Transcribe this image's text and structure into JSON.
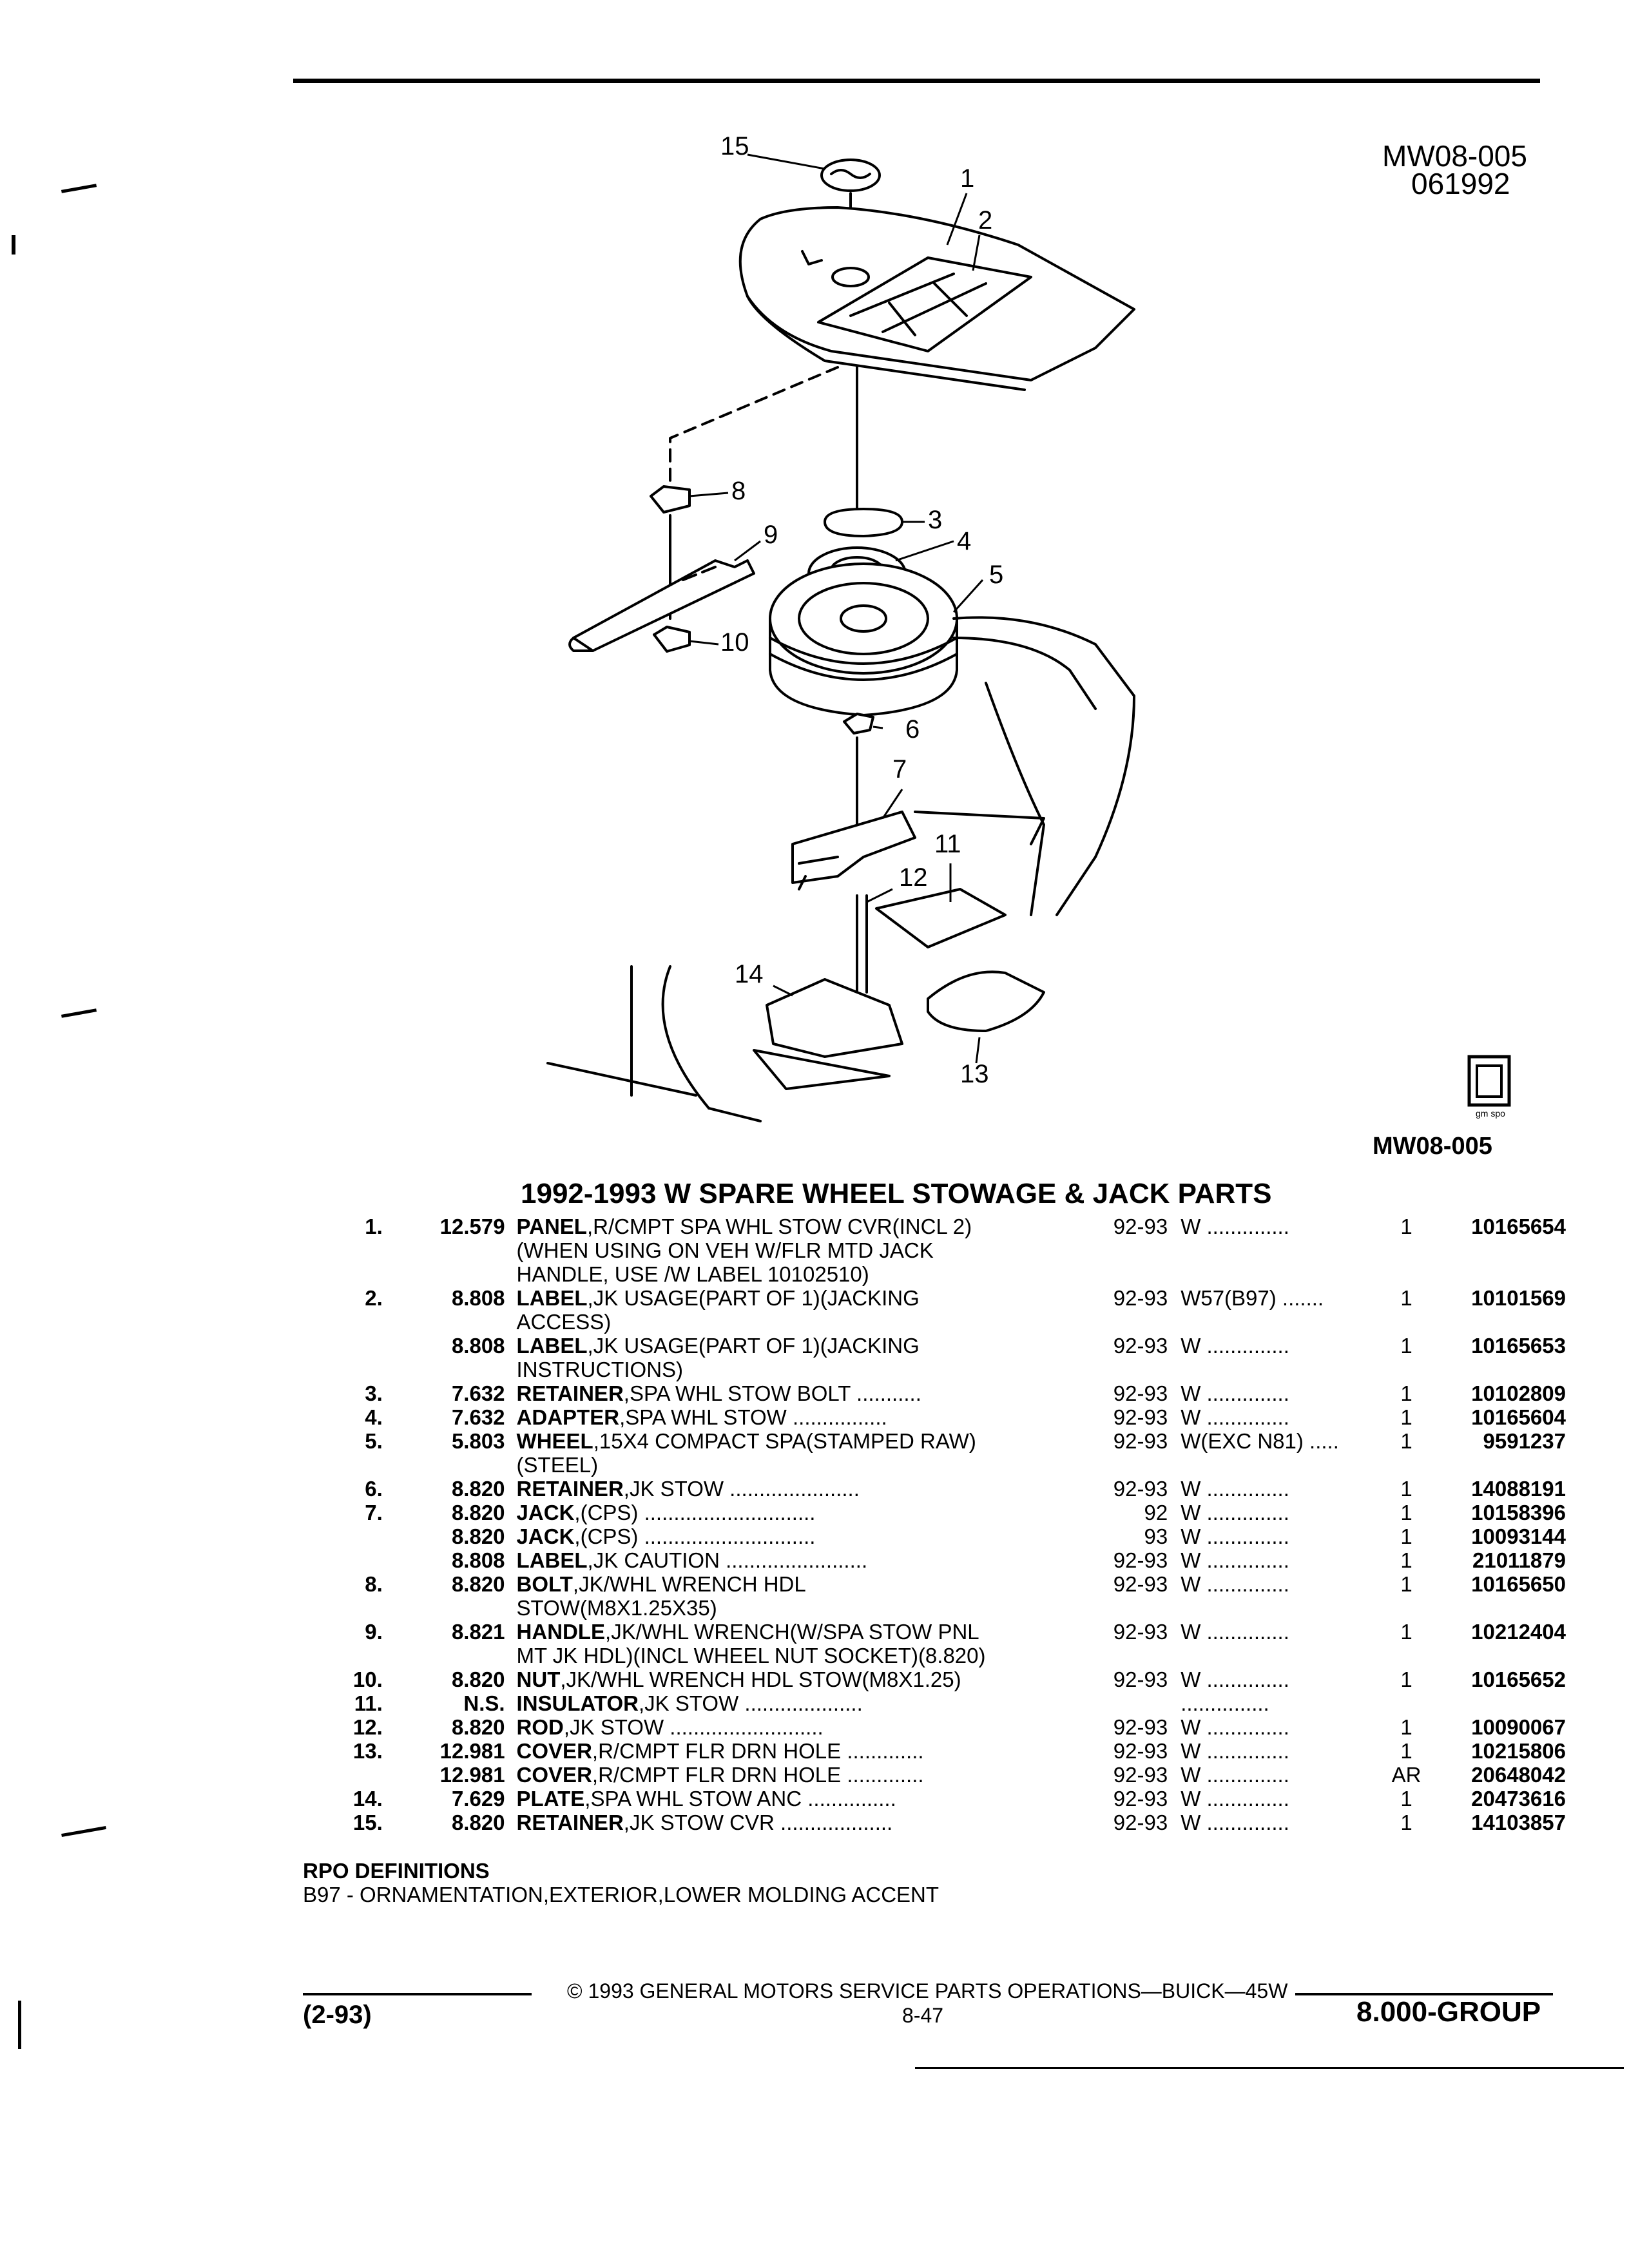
{
  "header": {
    "code": "MW08-005",
    "date": "061992"
  },
  "diagram": {
    "code_below": "MW08-005",
    "logo_text": "gm spo",
    "callouts": [
      "1",
      "2",
      "3",
      "4",
      "5",
      "6",
      "7",
      "8",
      "9",
      "10",
      "11",
      "12",
      "13",
      "14",
      "15"
    ]
  },
  "section_title": "1992-1993 W SPARE WHEEL STOWAGE & JACK PARTS",
  "parts": [
    {
      "item": "1.",
      "group": "12.579",
      "name": "PANEL",
      "desc": ",R/CMPT SPA WHL STOW CVR(INCL 2)",
      "desc2": "(WHEN USING ON VEH W/FLR MTD JACK",
      "desc3": "HANDLE, USE /W LABEL 10102510)",
      "years": "92-93",
      "series": "W ..............",
      "qty": "1",
      "pn": "10165654"
    },
    {
      "item": "2.",
      "group": "8.808",
      "name": "LABEL",
      "desc": ",JK USAGE(PART OF 1)(JACKING",
      "desc2": "ACCESS)",
      "years": "92-93",
      "series": "W57(B97) .......",
      "qty": "1",
      "pn": "10101569"
    },
    {
      "item": "",
      "group": "8.808",
      "name": "LABEL",
      "desc": ",JK USAGE(PART OF 1)(JACKING",
      "desc2": "INSTRUCTIONS)",
      "years": "92-93",
      "series": "W ..............",
      "qty": "1",
      "pn": "10165653"
    },
    {
      "item": "3.",
      "group": "7.632",
      "name": "RETAINER",
      "desc": ",SPA WHL STOW BOLT ...........",
      "years": "92-93",
      "series": "W ..............",
      "qty": "1",
      "pn": "10102809"
    },
    {
      "item": "4.",
      "group": "7.632",
      "name": "ADAPTER",
      "desc": ",SPA WHL STOW ................",
      "years": "92-93",
      "series": "W ..............",
      "qty": "1",
      "pn": "10165604"
    },
    {
      "item": "5.",
      "group": "5.803",
      "name": "WHEEL",
      "desc": ",15X4 COMPACT SPA(STAMPED RAW)",
      "desc2": "(STEEL)",
      "years": "92-93",
      "series": "W(EXC N81) .....",
      "qty": "1",
      "pn": "9591237"
    },
    {
      "item": "6.",
      "group": "8.820",
      "name": "RETAINER",
      "desc": ",JK STOW ......................",
      "years": "92-93",
      "series": "W ..............",
      "qty": "1",
      "pn": "14088191"
    },
    {
      "item": "7.",
      "group": "8.820",
      "name": "JACK",
      "desc": ",(CPS) .............................",
      "years": "92",
      "series": "W ..............",
      "qty": "1",
      "pn": "10158396"
    },
    {
      "item": "",
      "group": "8.820",
      "name": "JACK",
      "desc": ",(CPS) .............................",
      "years": "93",
      "series": "W ..............",
      "qty": "1",
      "pn": "10093144"
    },
    {
      "item": "",
      "group": "8.808",
      "name": "LABEL",
      "desc": ",JK CAUTION ........................",
      "years": "92-93",
      "series": "W ..............",
      "qty": "1",
      "pn": "21011879"
    },
    {
      "item": "8.",
      "group": "8.820",
      "name": "BOLT",
      "desc": ",JK/WHL WRENCH HDL",
      "desc2": "STOW(M8X1.25X35)",
      "years": "92-93",
      "series": "W ..............",
      "qty": "1",
      "pn": "10165650"
    },
    {
      "item": "9.",
      "group": "8.821",
      "name": "HANDLE",
      "desc": ",JK/WHL WRENCH(W/SPA STOW PNL",
      "desc2": "MT JK HDL)(INCL WHEEL NUT SOCKET)(8.820)",
      "years": "92-93",
      "series": "W ..............",
      "qty": "1",
      "pn": "10212404"
    },
    {
      "item": "10.",
      "group": "8.820",
      "name": "NUT",
      "desc": ",JK/WHL WRENCH HDL STOW(M8X1.25)",
      "years": "92-93",
      "series": "W ..............",
      "qty": "1",
      "pn": "10165652"
    },
    {
      "item": "11.",
      "group": "N.S.",
      "name": "INSULATOR",
      "desc": ",JK STOW ....................",
      "years": "",
      "series": "...............",
      "qty": "",
      "pn": ""
    },
    {
      "item": "12.",
      "group": "8.820",
      "name": "ROD",
      "desc": ",JK STOW ..........................",
      "years": "92-93",
      "series": "W ..............",
      "qty": "1",
      "pn": "10090067"
    },
    {
      "item": "13.",
      "group": "12.981",
      "name": "COVER",
      "desc": ",R/CMPT FLR DRN HOLE .............",
      "years": "92-93",
      "series": "W ..............",
      "qty": "1",
      "pn": "10215806"
    },
    {
      "item": "",
      "group": "12.981",
      "name": "COVER",
      "desc": ",R/CMPT FLR DRN HOLE .............",
      "years": "92-93",
      "series": "W ..............",
      "qty": "AR",
      "pn": "20648042"
    },
    {
      "item": "14.",
      "group": "7.629",
      "name": "PLATE",
      "desc": ",SPA WHL STOW ANC ...............",
      "years": "92-93",
      "series": "W ..............",
      "qty": "1",
      "pn": "20473616"
    },
    {
      "item": "15.",
      "group": "8.820",
      "name": "RETAINER",
      "desc": ",JK STOW CVR ...................",
      "years": "92-93",
      "series": "W ..............",
      "qty": "1",
      "pn": "14103857"
    }
  ],
  "rpo": {
    "heading": "RPO DEFINITIONS",
    "line": "B97 - ORNAMENTATION,EXTERIOR,LOWER MOLDING ACCENT"
  },
  "footer": {
    "left": "(2-93)",
    "copyright": "© 1993 GENERAL MOTORS SERVICE PARTS OPERATIONS—BUICK—45W",
    "page": "8-47",
    "group": "8.000-GROUP"
  }
}
